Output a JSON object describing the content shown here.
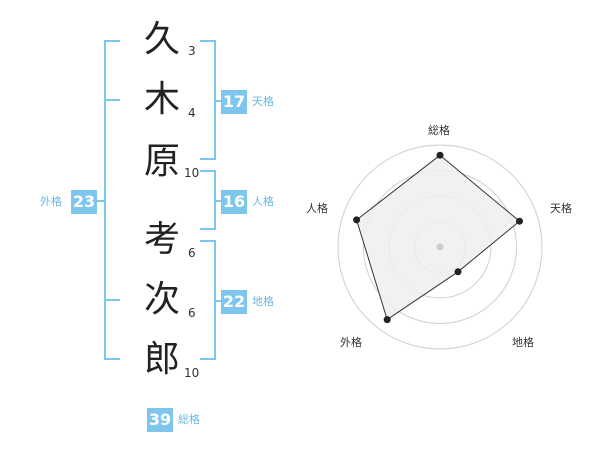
{
  "name": {
    "chars": [
      {
        "char": "久",
        "strokes": "3"
      },
      {
        "char": "木",
        "strokes": "4"
      },
      {
        "char": "原",
        "strokes": "10"
      },
      {
        "char": "考",
        "strokes": "6"
      },
      {
        "char": "次",
        "strokes": "6"
      },
      {
        "char": "郎",
        "strokes": "10"
      }
    ]
  },
  "fortune": {
    "tenkaku": {
      "value": "17",
      "label": "天格"
    },
    "jinkaku": {
      "value": "16",
      "label": "人格"
    },
    "chikaku": {
      "value": "22",
      "label": "地格"
    },
    "gaikaku": {
      "value": "23",
      "label": "外格"
    },
    "soukaku": {
      "value": "39",
      "label": "総格"
    }
  },
  "colors": {
    "accent": "#7fc6ec",
    "accent_text": "#6ab7e3",
    "radar_fill": "#eeeeee"
  },
  "chart_data": {
    "type": "radar",
    "axes": [
      "総格",
      "天格",
      "地格",
      "外格",
      "人格"
    ],
    "values": [
      0.9,
      0.82,
      0.3,
      0.88,
      0.86
    ],
    "rings": 4
  }
}
